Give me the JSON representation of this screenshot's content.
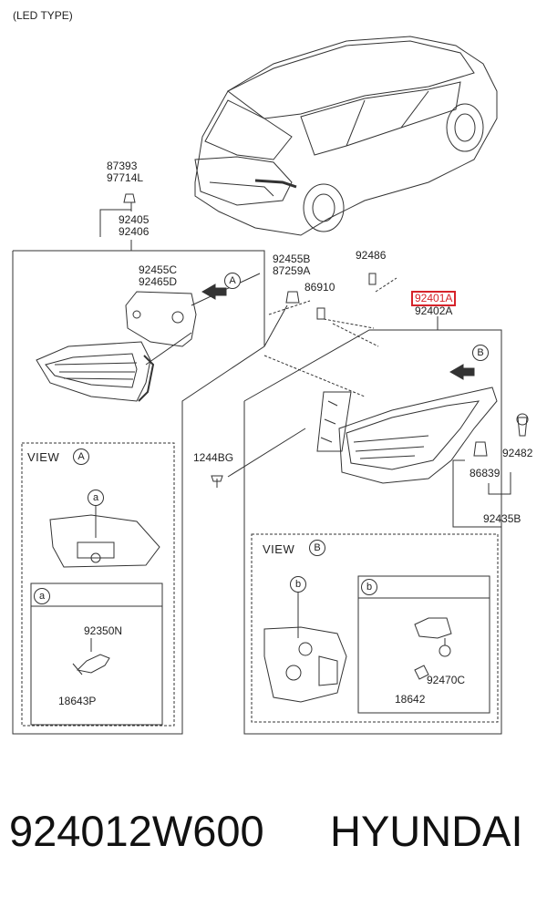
{
  "header": {
    "type_label": "(LED TYPE)"
  },
  "parts": {
    "p87393": "87393",
    "p97714L": "97714L",
    "p92405": "92405",
    "p92406": "92406",
    "p92455C": "92455C",
    "p92465D": "92465D",
    "p92455B": "92455B",
    "p87259A": "87259A",
    "p86910": "86910",
    "p92486": "92486",
    "p92401A": "92401A",
    "p92402A": "92402A",
    "p1244BG": "1244BG",
    "p92482": "92482",
    "p86839": "86839",
    "p92435B": "92435B",
    "p92350N": "92350N",
    "p18643P": "18643P",
    "p18642": "18642",
    "p92470C": "92470C"
  },
  "views": {
    "view_a_title": "VIEW",
    "view_a_marker": "A",
    "view_b_title": "VIEW",
    "view_b_marker": "B",
    "detail_a": "a",
    "detail_b": "b",
    "arrow_a": "A",
    "arrow_b": "B"
  },
  "footer": {
    "part_number": "924012W600",
    "brand": "HYUNDAI"
  },
  "colors": {
    "highlight": "#d6232a",
    "line": "#333333"
  }
}
